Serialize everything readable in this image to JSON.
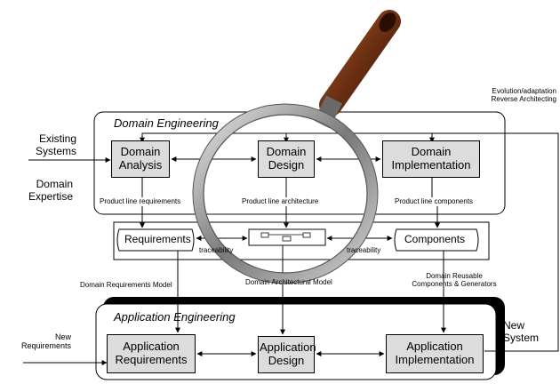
{
  "domain_engineering": {
    "title": "Domain Engineering",
    "analysis_label": "Domain Analysis",
    "design_label": "Domain Design",
    "implementation_label": "Domain Implementation",
    "caption_requirements": "Product line requirements",
    "caption_architecture": "Product line architecture",
    "caption_components": "Product line components"
  },
  "middle": {
    "requirements_label": "Requirements",
    "components_label": "Components",
    "traceability_left": "traceability",
    "traceability_right": "traceability"
  },
  "links": {
    "domain_requirements_model": "Domain Requirements Model",
    "domain_architectural_model": "Domain Architectural Model",
    "domain_reusable_line1": "Domain Reusable",
    "domain_reusable_line2": "Components & Generators"
  },
  "application_engineering": {
    "title": "Application Engineering",
    "requirements_label": "Application Requirements",
    "design_label": "Application Design",
    "implementation_label": "Application Implementation"
  },
  "inputs": {
    "existing_systems": "Existing Systems",
    "domain_expertise": "Domain Expertise",
    "new_requirements": "New Requirements"
  },
  "outputs": {
    "evolution_line1": "Evolution/adaptation",
    "evolution_line2": "Reverse Architecting",
    "new_system": "New System"
  },
  "colors": {
    "box_fill": "#dcdcdc",
    "magnifier_handle": "#7a3b1a",
    "magnifier_ring": "#a0a0a0"
  }
}
